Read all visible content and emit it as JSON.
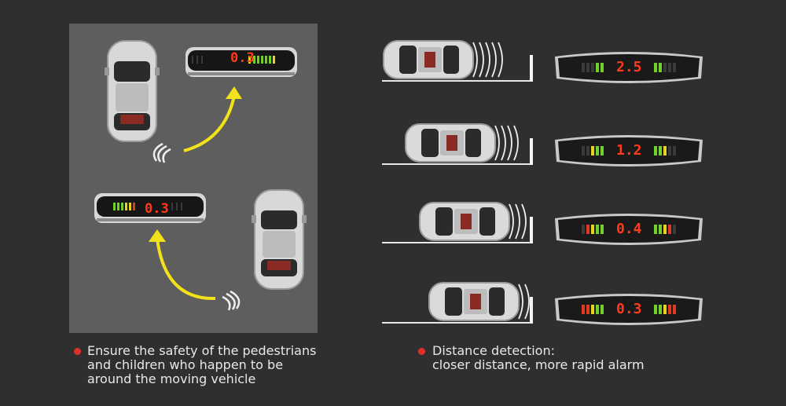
{
  "left_panel": {
    "top_display_reading": "0.3",
    "bottom_display_reading": "0.3",
    "caption_lines": [
      "Ensure the safety of the pedestrians",
      "and children who happen to be",
      "around the moving vehicle"
    ]
  },
  "right_panel": {
    "rows": [
      {
        "reading": "2.5"
      },
      {
        "reading": "1.2"
      },
      {
        "reading": "0.4"
      },
      {
        "reading": "0.3"
      }
    ],
    "caption_lines": [
      "Distance detection:",
      "closer distance, more rapid alarm"
    ]
  },
  "colors": {
    "background": "#2f2f2f",
    "panel": "#5e5e5e",
    "digit": "#ff3a1a",
    "bullet": "#e0302a",
    "arrow": "#f2e21a",
    "led_green": "#6fd12a",
    "led_yellow": "#e9d21f",
    "led_red": "#e23a1e"
  },
  "icons": [
    "car-top-view-icon",
    "sound-wave-icon",
    "curved-arrow-icon",
    "parking-display-icon"
  ]
}
